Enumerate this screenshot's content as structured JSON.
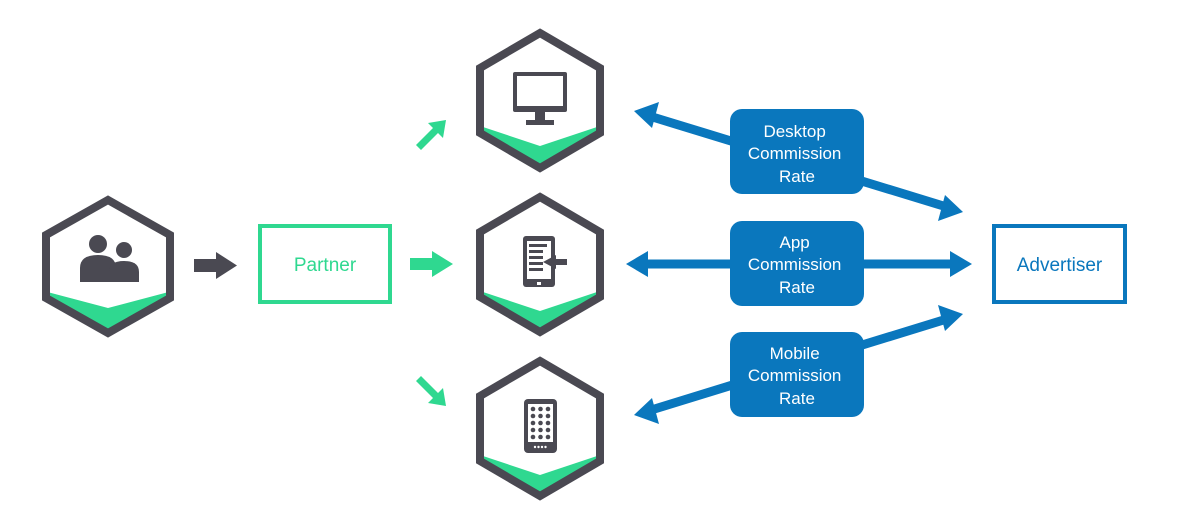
{
  "diagram": {
    "partner_label": "Partner",
    "advertiser_label": "Advertiser",
    "rates": {
      "desktop": [
        "Desktop",
        "Commission",
        "Rate"
      ],
      "app": [
        "App",
        "Commission",
        "Rate"
      ],
      "mobile": [
        "Mobile",
        "Commission",
        "Rate"
      ]
    },
    "icons": {
      "users": "users-icon",
      "desktop": "monitor-icon",
      "app": "app-screen-icon",
      "mobile": "mobile-phone-icon"
    }
  },
  "colors": {
    "hex_border": "#4a4952",
    "green": "#2fd890",
    "blue": "#0a77bd",
    "icon_dark": "#4a4952",
    "arrow_dark": "#4a4952"
  }
}
